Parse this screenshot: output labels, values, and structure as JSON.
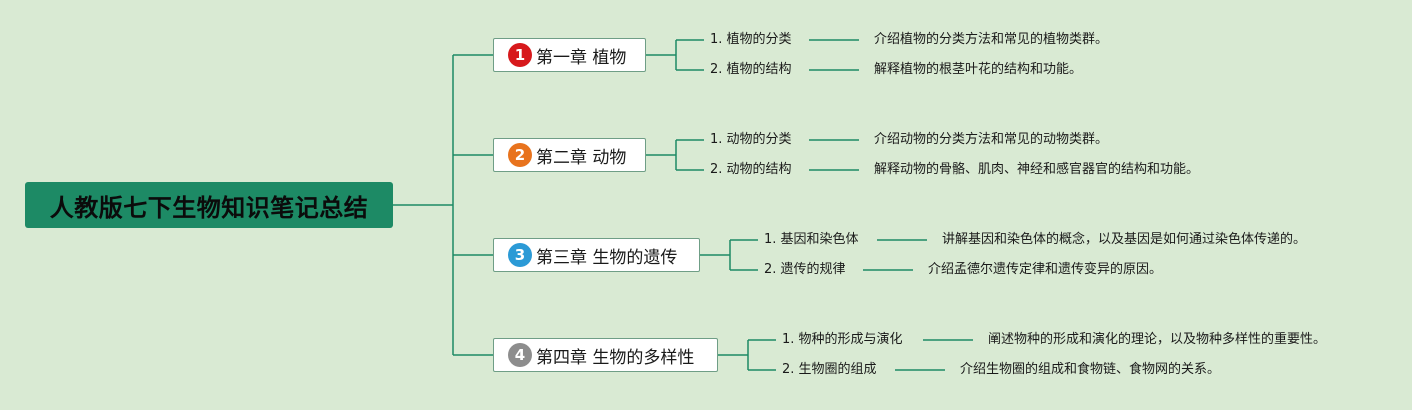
{
  "root": {
    "title": "人教版七下生物知识笔记总结"
  },
  "chapters": [
    {
      "number": "1",
      "title": "第一章 植物",
      "badge_color": "#d7191c",
      "topics": [
        {
          "label": "1. 植物的分类",
          "desc": "介绍植物的分类方法和常见的植物类群。"
        },
        {
          "label": "2. 植物的结构",
          "desc": "解释植物的根茎叶花的结构和功能。"
        }
      ]
    },
    {
      "number": "2",
      "title": "第二章 动物",
      "badge_color": "#e8731d",
      "topics": [
        {
          "label": "1. 动物的分类",
          "desc": "介绍动物的分类方法和常见的动物类群。"
        },
        {
          "label": "2. 动物的结构",
          "desc": "解释动物的骨骼、肌肉、神经和感官器官的结构和功能。"
        }
      ]
    },
    {
      "number": "3",
      "title": "第三章 生物的遗传",
      "badge_color": "#2b9ad6",
      "topics": [
        {
          "label": "1. 基因和染色体",
          "desc": "讲解基因和染色体的概念，以及基因是如何通过染色体传递的。"
        },
        {
          "label": "2. 遗传的规律",
          "desc": "介绍孟德尔遗传定律和遗传变异的原因。"
        }
      ]
    },
    {
      "number": "4",
      "title": "第四章 生物的多样性",
      "badge_color": "#8d8d8d",
      "topics": [
        {
          "label": "1. 物种的形成与演化",
          "desc": "阐述物种的形成和演化的理论，以及物种多样性的重要性。"
        },
        {
          "label": "2. 生物圈的组成",
          "desc": "介绍生物圈的组成和食物链、食物网的关系。"
        }
      ]
    }
  ],
  "colors": {
    "line": "#1d8a65",
    "root_fill": "#1d8a65",
    "background": "#d9ead3"
  }
}
